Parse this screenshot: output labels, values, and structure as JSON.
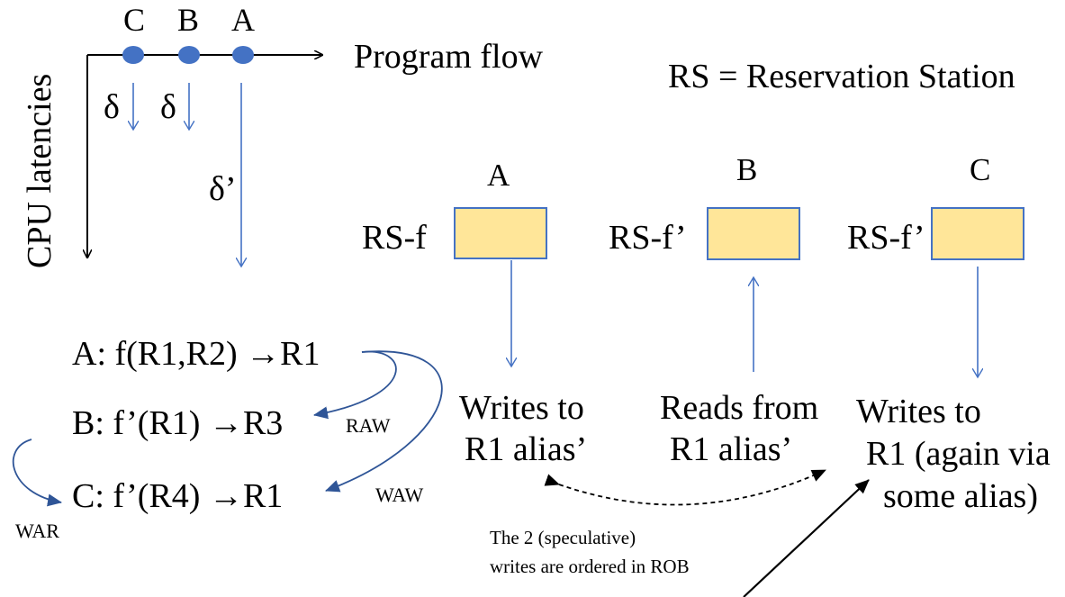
{
  "timeline": {
    "axis_label": "CPU latencies",
    "flow_label": "Program flow",
    "point_labels": {
      "c": "C",
      "b": "B",
      "a": "A"
    },
    "delta_c": "δ",
    "delta_b": "δ",
    "delta_a": "δ’"
  },
  "legend": {
    "rs_definition": "RS = Reservation Station"
  },
  "stations": [
    {
      "header": "A",
      "label": "RS-f",
      "action_line1": "Writes to",
      "action_line2": "R1 alias’"
    },
    {
      "header": "B",
      "label": "RS-f’",
      "action_line1": "Reads from",
      "action_line2": "R1 alias’"
    },
    {
      "header": "C",
      "label": "RS-f’",
      "action_line1": "Writes to",
      "action_line2": "R1 (again via",
      "action_line3": "some alias)"
    }
  ],
  "instructions": {
    "a": "A: f(R1,R2) →R1",
    "b": "B: f’(R1) →R3",
    "c": "C: f’(R4) →R1"
  },
  "hazards": {
    "raw": "RAW",
    "waw": "WAW",
    "war": "WAR"
  },
  "note": {
    "line1": "The 2 (speculative)",
    "line2": "writes are ordered  in ROB"
  },
  "colors": {
    "rs_box_fill": "#FFE699",
    "rs_box_stroke": "#4472C4",
    "node_fill": "#4472C4",
    "blue_line": "#4472C4",
    "dark_blue_arrow": "#2F5597",
    "black": "#000000"
  }
}
